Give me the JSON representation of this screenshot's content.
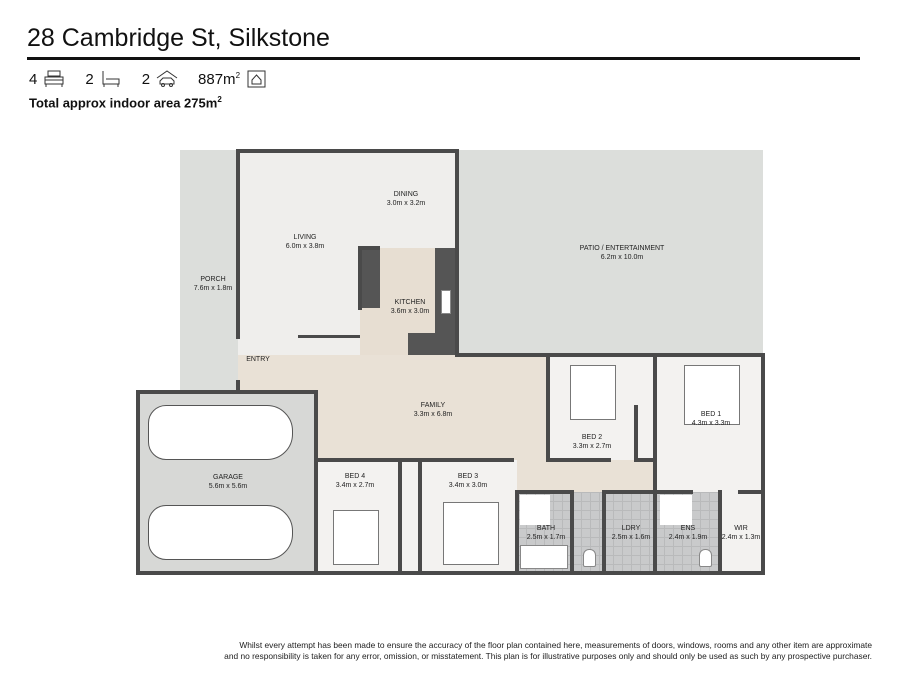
{
  "header": {
    "title": "28 Cambridge St, Silkstone",
    "bedrooms": "4",
    "bathrooms": "2",
    "car_spaces": "2",
    "land_area": "887m",
    "land_area_sup": "2",
    "indoor_area": "Total approx indoor area 275m",
    "indoor_area_sup": "2"
  },
  "icons": {
    "bedrooms": "bed-icon",
    "bathrooms": "bathtub-icon",
    "car_spaces": "car-garage-icon",
    "land_area": "house-land-icon"
  },
  "rooms": {
    "dining": {
      "name": "DINING",
      "size": "3.0m x 3.2m"
    },
    "living": {
      "name": "LIVING",
      "size": "6.0m x 3.8m"
    },
    "porch": {
      "name": "PORCH",
      "size": "7.6m x 1.8m"
    },
    "patio": {
      "name": "PATIO / ENTERTAINMENT",
      "size": "6.2m x 10.0m"
    },
    "kitchen": {
      "name": "KITCHEN",
      "size": "3.6m x 3.0m"
    },
    "entry": {
      "name": "ENTRY"
    },
    "family": {
      "name": "FAMILY",
      "size": "3.3m x 6.8m"
    },
    "garage": {
      "name": "GARAGE",
      "size": "5.6m x 5.6m"
    },
    "bed4": {
      "name": "BED 4",
      "size": "3.4m x 2.7m"
    },
    "bed3": {
      "name": "BED 3",
      "size": "3.4m x 3.0m"
    },
    "bed2": {
      "name": "BED 2",
      "size": "3.3m x 2.7m"
    },
    "bed1": {
      "name": "BED 1",
      "size": "4.3m x 3.3m"
    },
    "bath": {
      "name": "BATH",
      "size": "2.5m x 1.7m"
    },
    "ldry": {
      "name": "LDRY",
      "size": "2.5m x 1.6m"
    },
    "ens": {
      "name": "ENS",
      "size": "2.4m x 1.9m"
    },
    "wir": {
      "name": "WIR",
      "size": "2.4m x 1.3m"
    }
  },
  "disclaimer": {
    "line1": "Whilst every attempt has been made to ensure the accuracy of the floor plan contained here, measurements of doors, windows, rooms and any other item are approximate",
    "line2": "and no responsibility is taken for any error, omission, or misstatement. This plan is for illustrative purposes only and should only be used as such by any prospective purchaser."
  }
}
